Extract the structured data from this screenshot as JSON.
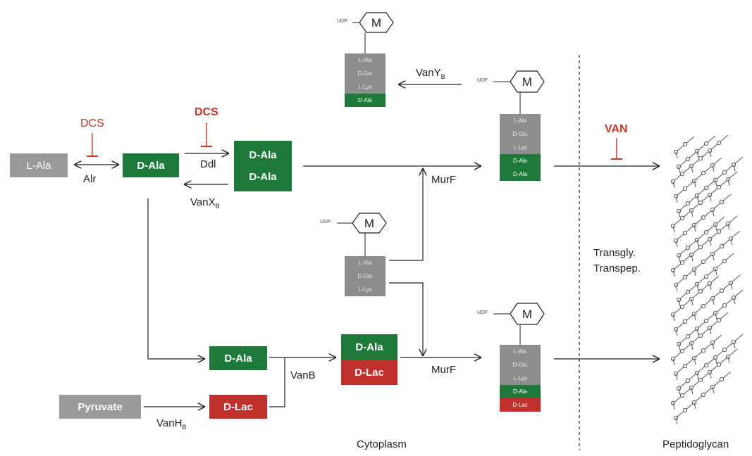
{
  "nodes": {
    "l_ala": "L-Ala",
    "d_ala_1": "D-Ala",
    "d_ala_d_ala_top": "D-Ala",
    "d_ala_d_ala_bottom": "D-Ala",
    "d_ala_lower": "D-Ala",
    "d_lac_lower": "D-Lac",
    "pyruvate": "Pyruvate",
    "d_ala_d_lac_top": "D-Ala",
    "d_ala_d_lac_bottom": "D-Lac"
  },
  "enzymes": {
    "alr": "Alr",
    "ddl": "Ddl",
    "vanx_main": "VanX",
    "vanx_sub": "B",
    "vany_main": "VanY",
    "vany_sub": "B",
    "murf_upper": "MurF",
    "murf_lower": "MurF",
    "vanb": "VanB",
    "vanh_main": "VanH",
    "vanh_sub": "B",
    "transgly": "Transgly.",
    "transpep": "Transpep."
  },
  "inhibitors": {
    "dcs_1": "DCS",
    "dcs_2": "DCS",
    "van": "VAN"
  },
  "compartments": {
    "cytoplasm": "Cytoplasm",
    "peptidoglycan": "Peptidoglycan"
  },
  "precursor": {
    "udp": "UDP",
    "sugar": "M",
    "l_ala": "L-Ala",
    "d_glu": "D-Glu",
    "l_lys": "L-Lys",
    "d_ala": "D-Ala",
    "d_lac": "D-Lac"
  },
  "colors": {
    "green": "#1d7a3a",
    "red": "#c0302c",
    "gray": "#9a9a9a",
    "inhibitor": "#c0392b"
  }
}
